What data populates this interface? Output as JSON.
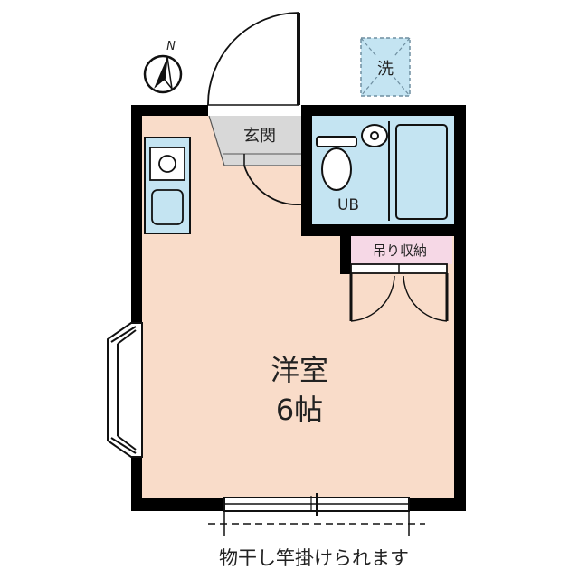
{
  "compass": {
    "north_label": "N"
  },
  "rooms": {
    "entrance": "玄関",
    "bath": "UB",
    "storage": "吊り収納",
    "main_name": "洋室",
    "main_size": "6帖",
    "laundry": "洗"
  },
  "footer_note": "物干し竿掛けられます",
  "colors": {
    "wall": "#000000",
    "room_floor": "#f9dcc9",
    "bath_floor": "#c4e4f2",
    "kitchen_floor": "#c4e4f2",
    "entry_floor": "#d8d8d8",
    "storage_floor": "#f6d8e6"
  }
}
